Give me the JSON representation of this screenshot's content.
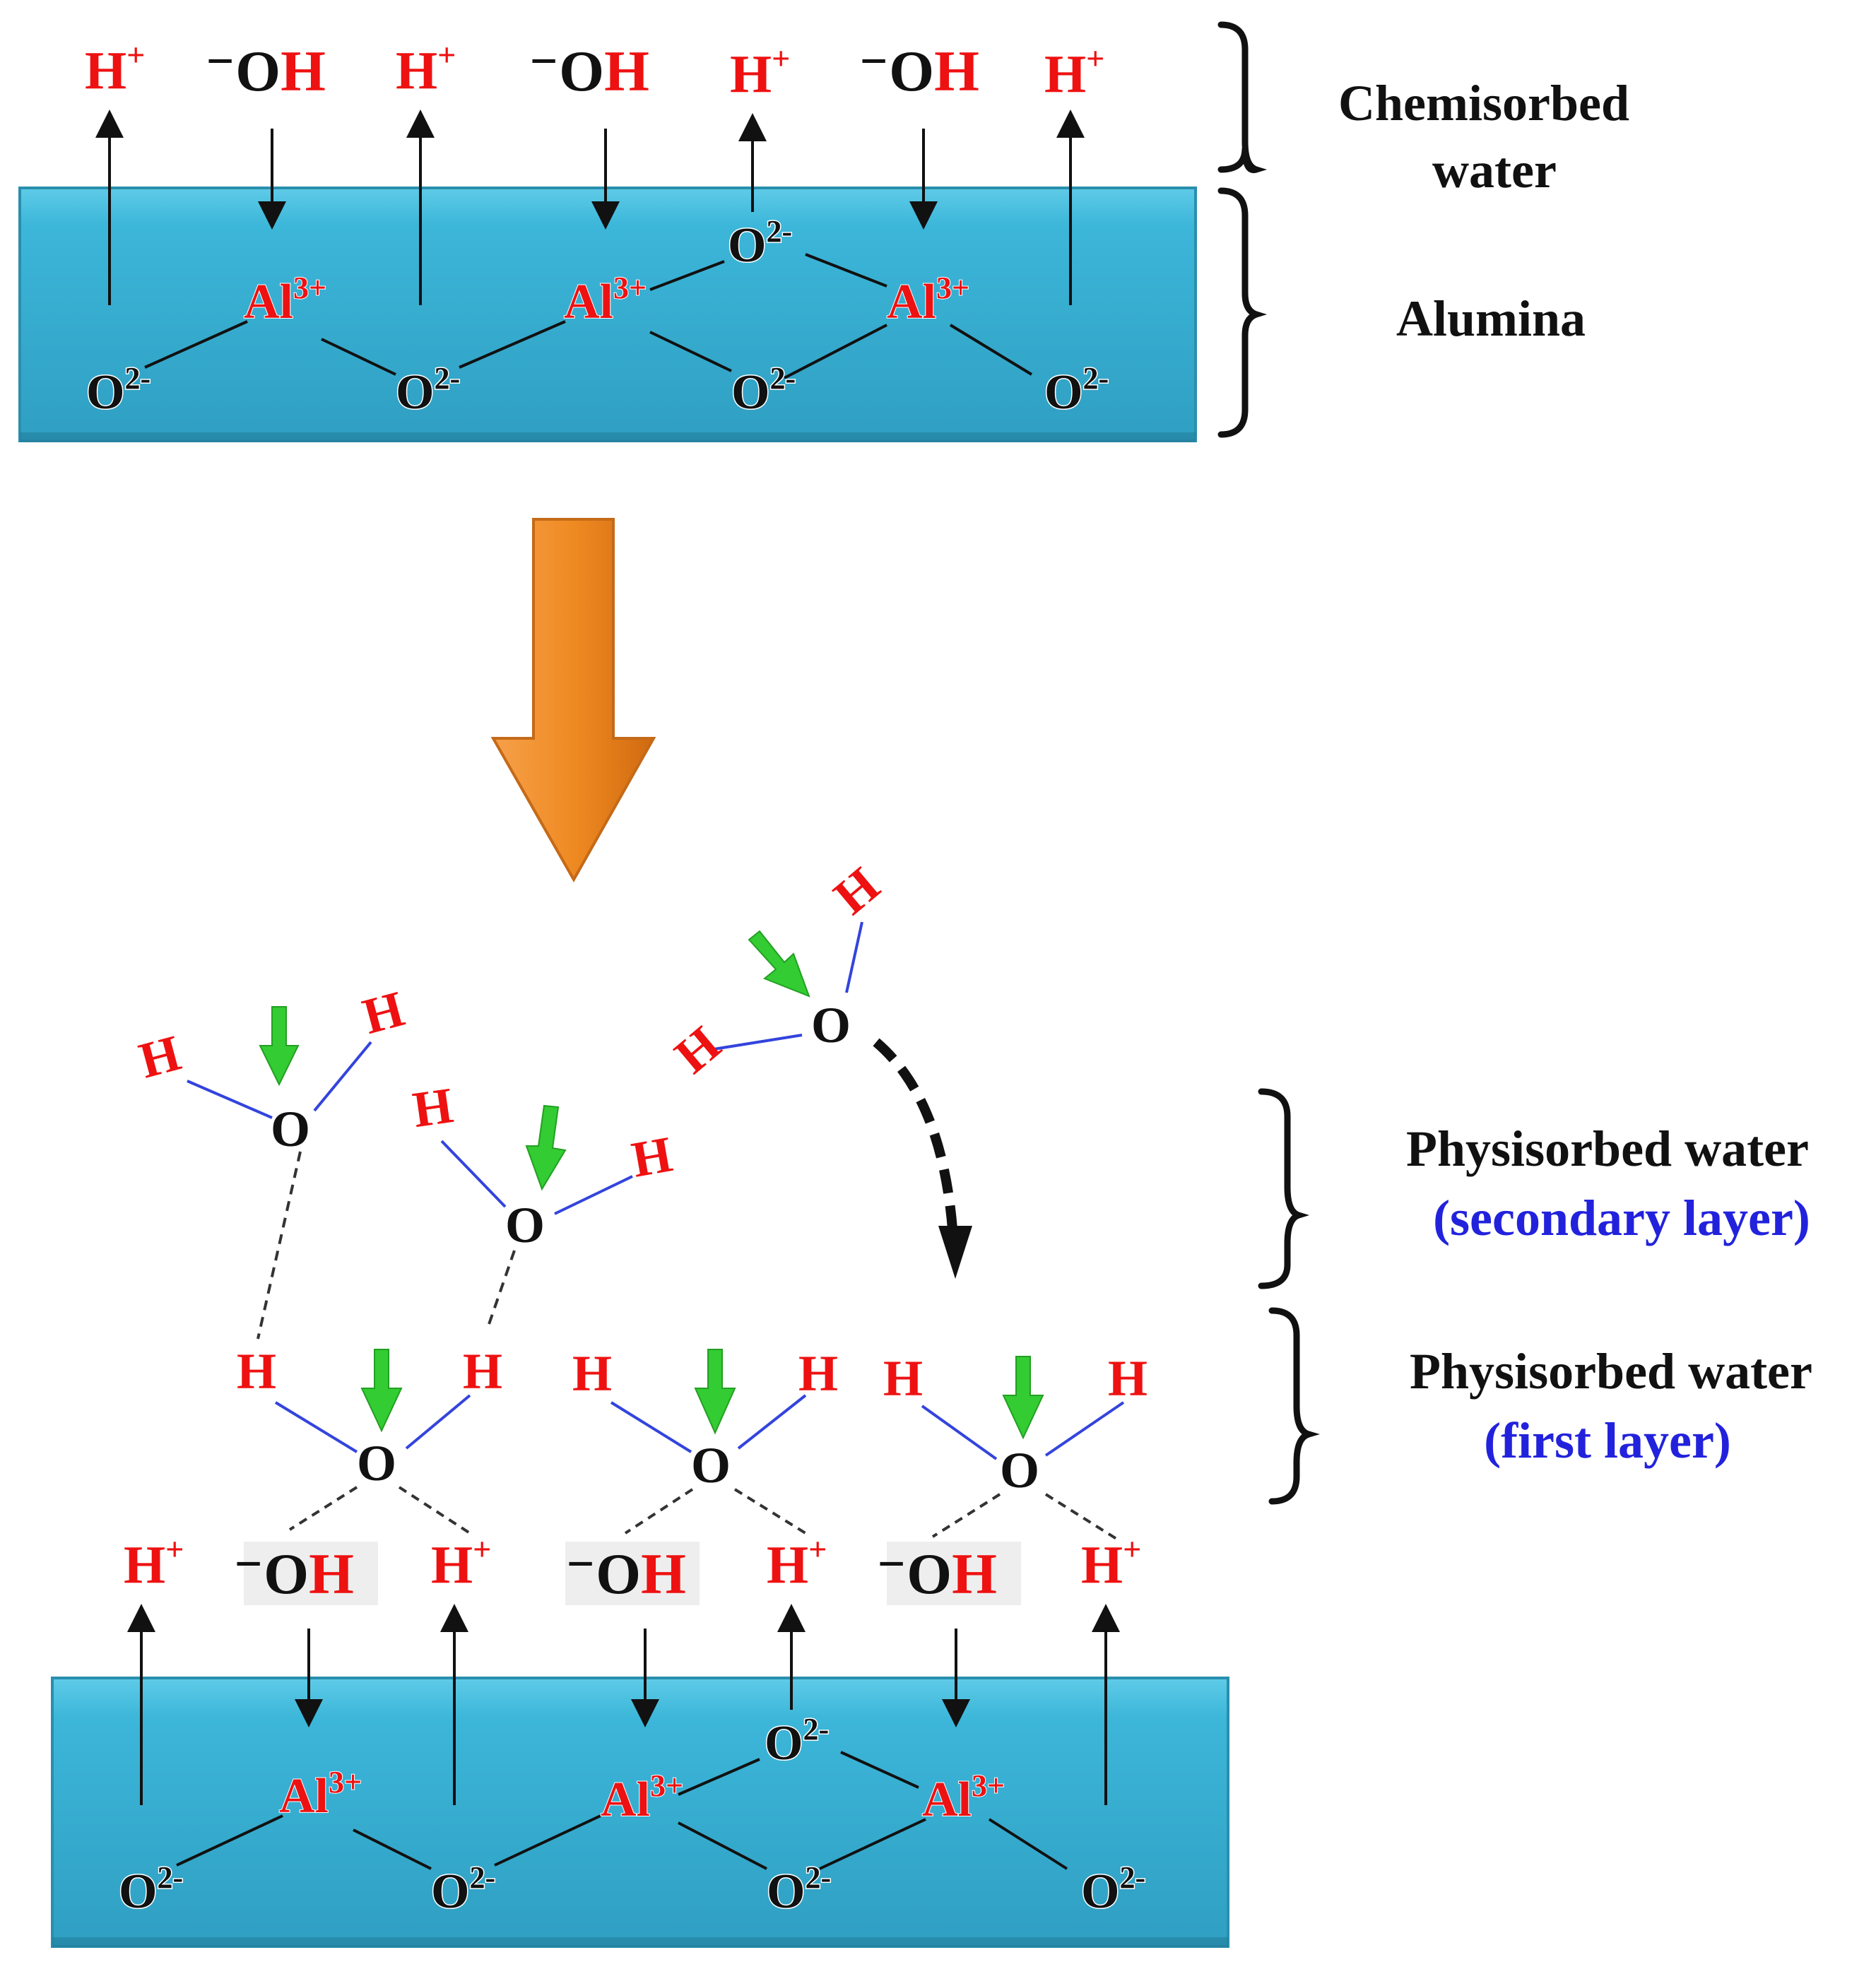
{
  "colors": {
    "slab_fill": "#3bb3d6",
    "slab_edge": "#2a8fae",
    "ion_red": "#ee1111",
    "ion_black": "#111111",
    "bond_blue": "#3344dd",
    "green_arrow": "#33cc33",
    "orange_arrow": "#f08a24",
    "layer_blue": "#2222dd"
  },
  "labels": {
    "chemisorbed_1": "Chemisorbed",
    "chemisorbed_2": "water",
    "alumina": "Alumina",
    "phys_secondary": "Physisorbed water",
    "phys_secondary_sub": "(secondary layer)",
    "phys_first": "Physisorbed water",
    "phys_first_sub": "(first layer)"
  },
  "ions": {
    "h_plus_base": "H",
    "plus": "+",
    "oh_minus": "⁻",
    "oh_O": "O",
    "oh_H": "H",
    "al": "Al",
    "al_charge": "3+",
    "o": "O",
    "o_charge": "2-"
  },
  "water": {
    "O": "O",
    "H": "H"
  }
}
